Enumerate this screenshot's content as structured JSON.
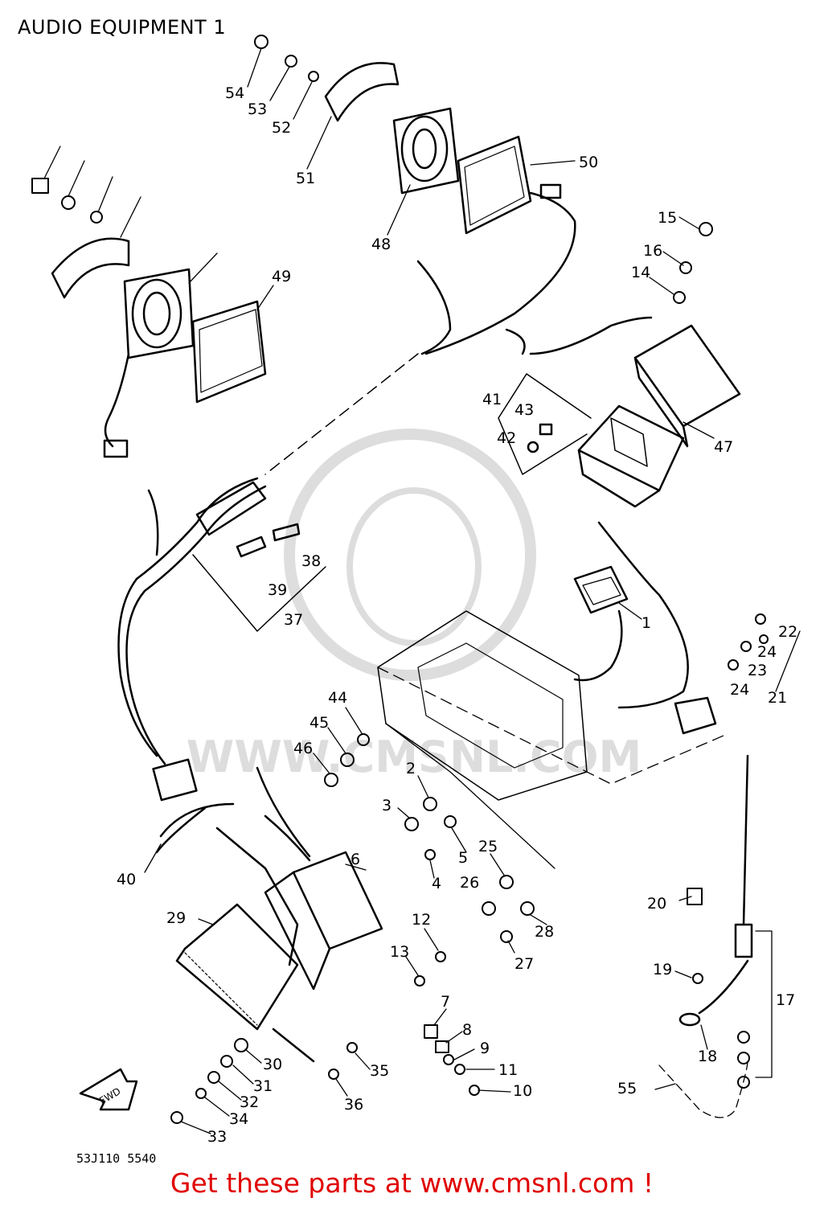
{
  "title": "AUDIO EQUIPMENT 1",
  "drawing_code": "53J110 5540",
  "footer": "Get these parts at www.cmsnl.com !",
  "watermark_text": "WWW.CMSNL.COM",
  "direction_marker": "FWD",
  "callouts": [
    "54",
    "53",
    "52",
    "51",
    "50",
    "48",
    "49",
    "15",
    "16",
    "14",
    "47",
    "41",
    "43",
    "42",
    "38",
    "39",
    "37",
    "1",
    "22",
    "24",
    "23",
    "21",
    "44",
    "45",
    "46",
    "2",
    "3",
    "5",
    "25",
    "4",
    "26",
    "28",
    "27",
    "6",
    "29",
    "40",
    "12",
    "13",
    "20",
    "19",
    "17",
    "18",
    "7",
    "8",
    "9",
    "11",
    "10",
    "30",
    "35",
    "31",
    "32",
    "34",
    "33",
    "36",
    "55"
  ],
  "colors": {
    "ink": "#000000",
    "banner": "#e00000",
    "background": "#ffffff"
  }
}
